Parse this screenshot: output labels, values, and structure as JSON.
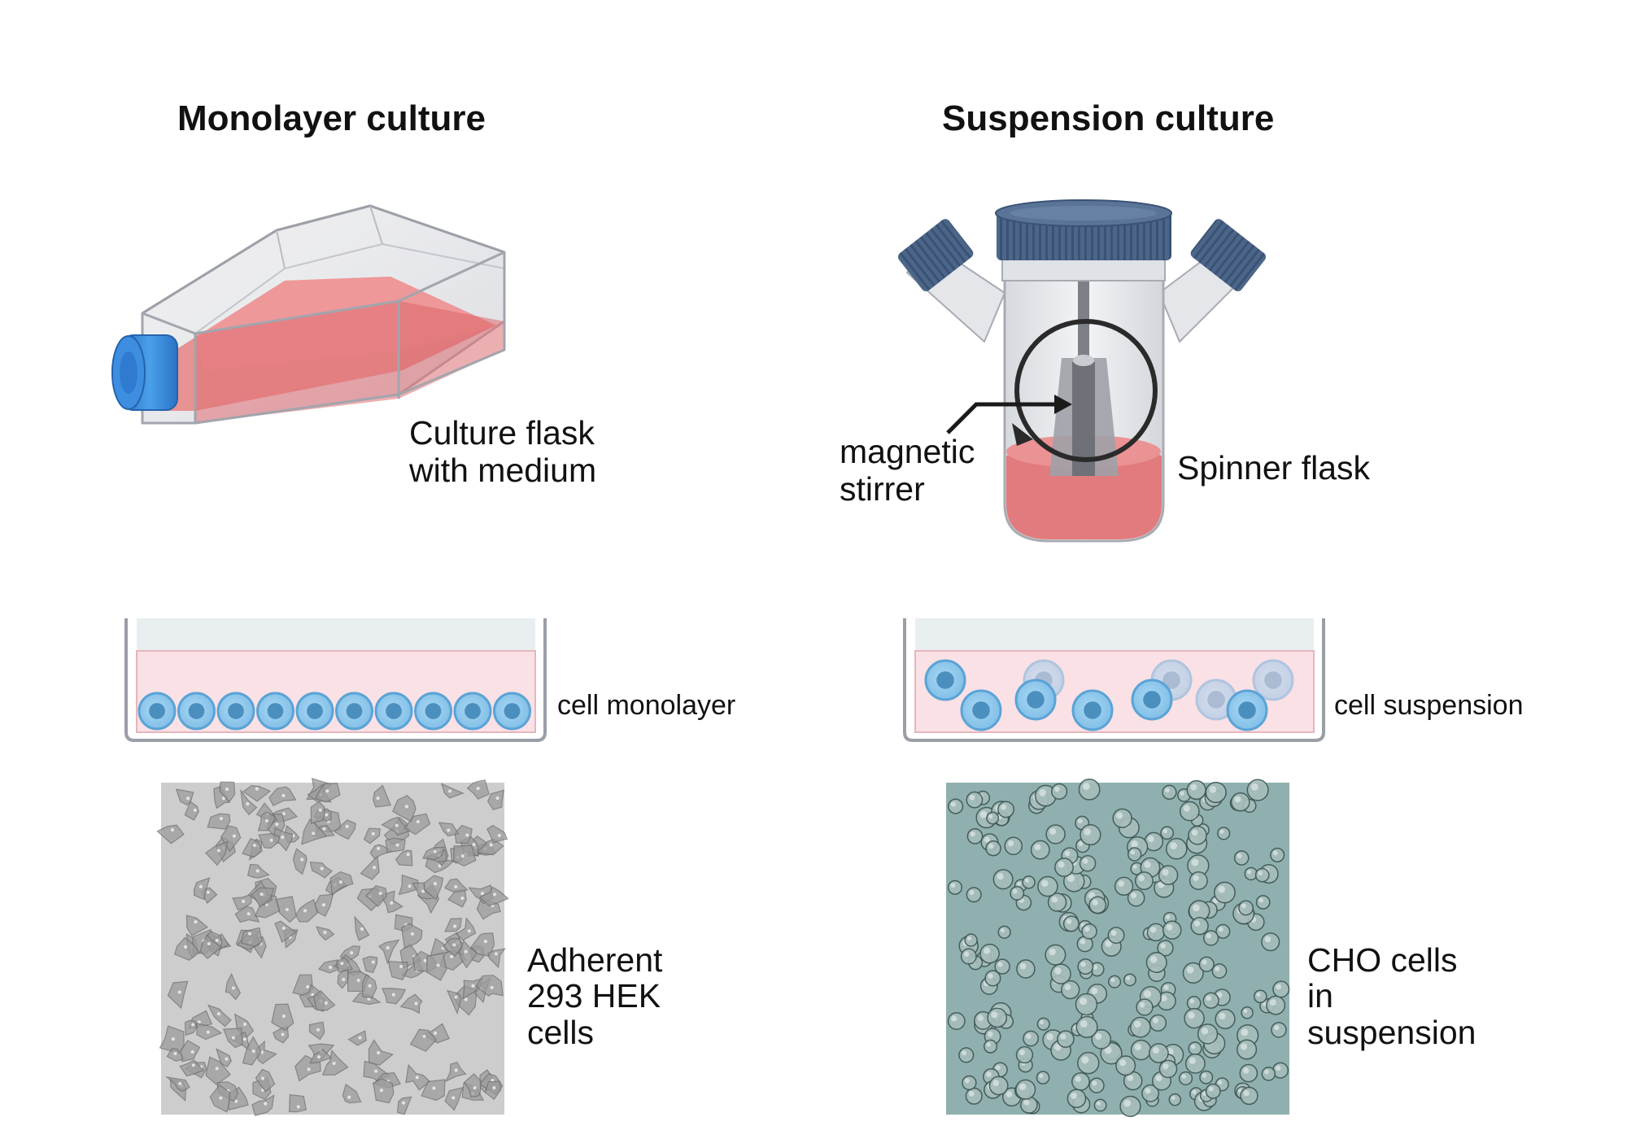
{
  "monolayer": {
    "title": "Monolayer culture",
    "flask_label": [
      "Culture flask",
      "with medium"
    ],
    "dish_label": "cell monolayer",
    "micrograph_label": [
      "Adherent",
      "293 HEK",
      "cells"
    ]
  },
  "suspension": {
    "title": "Suspension culture",
    "flask_label": "Spinner flask",
    "stirrer_label": [
      "magnetic",
      "stirrer"
    ],
    "dish_label": "cell suspension",
    "micrograph_label": [
      "CHO cells",
      "in",
      "suspension"
    ]
  },
  "colors": {
    "medium_red": "#e87f7f",
    "cap_blue": "#3f8fdc",
    "spinner_cap": "#4a6385",
    "cell_fill": "#8ec9ee",
    "cell_nucleus": "#4b8fbf",
    "dish_medium": "#f8dde2",
    "hek_bg": "#cfcfcf",
    "cho_bg": "#8fb0ae"
  }
}
